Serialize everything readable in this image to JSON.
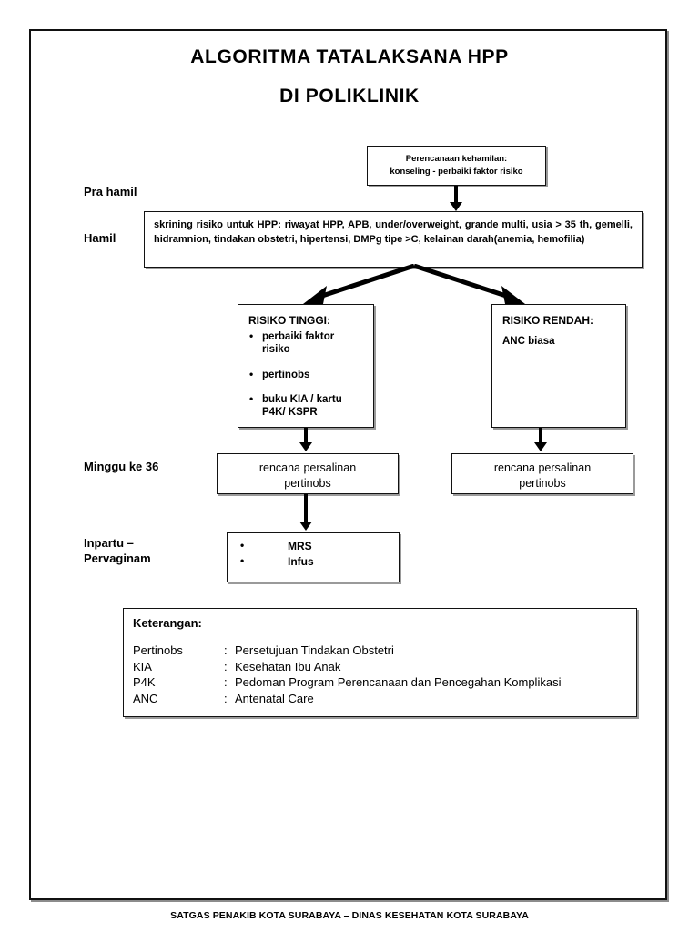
{
  "document": {
    "title_line1": "ALGORITMA TATALAKSANA HPP",
    "title_line2": "DI POLIKLINIK",
    "footer": "SATGAS PENAKIB KOTA SURABAYA – DINAS KESEHATAN KOTA SURABAYA"
  },
  "stage_labels": {
    "pra_hamil": "Pra hamil",
    "hamil": "Hamil",
    "minggu_ke_36": "Minggu ke 36",
    "inpartu": "Inpartu –\nPervaginam"
  },
  "nodes": {
    "perencanaan": {
      "line1": "Perencanaan kehamilan:",
      "line2": "konseling - perbaiki faktor risiko"
    },
    "skrining": {
      "text": "skrining risiko untuk HPP: riwayat HPP, APB, under/overweight, grande multi, usia > 35 th, gemelli, hidramnion, tindakan obstetri, hipertensi, DMPg tipe >C, kelainan darah(anemia, hemofilia)"
    },
    "risiko_tinggi": {
      "heading": "RISIKO TINGGI:",
      "items": [
        "perbaiki faktor risiko",
        "pertinobs",
        "buku KIA / kartu P4K/ KSPR"
      ]
    },
    "risiko_rendah": {
      "heading": "RISIKO RENDAH:",
      "body": "ANC biasa"
    },
    "rencana_left": {
      "line1": "rencana persalinan",
      "line2": "pertinobs"
    },
    "rencana_right": {
      "line1": "rencana persalinan",
      "line2": "pertinobs"
    },
    "inpartu_box": {
      "items": [
        "MRS",
        "Infus"
      ]
    }
  },
  "keterangan": {
    "title": "Keterangan:",
    "separator": ":",
    "rows": [
      {
        "abbr": "Pertinobs",
        "meaning": "Persetujuan Tindakan Obstetri"
      },
      {
        "abbr": "KIA",
        "meaning": "Kesehatan Ibu Anak"
      },
      {
        "abbr": "P4K",
        "meaning": "Pedoman Program Perencanaan dan Pencegahan Komplikasi"
      },
      {
        "abbr": "ANC",
        "meaning": "Antenatal Care"
      }
    ]
  },
  "colors": {
    "ink": "#000000",
    "paper": "#ffffff",
    "shadow": "#9a9a9a"
  }
}
